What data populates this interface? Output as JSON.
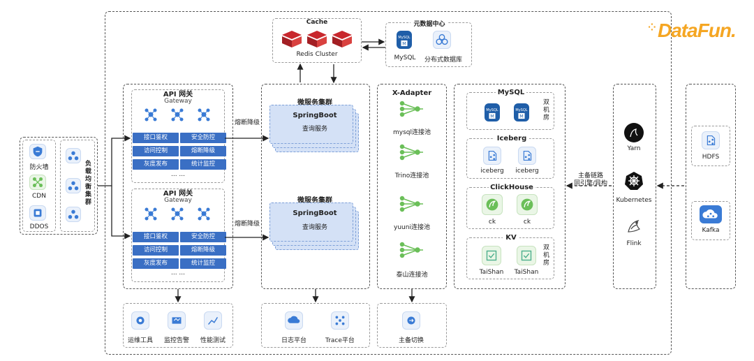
{
  "logo": {
    "text": "DataFun."
  },
  "cache": {
    "title": "Cache",
    "label": "Redis Cluster"
  },
  "metadata": {
    "title": "元数据中心",
    "items": [
      "MySQL",
      "分布式数据库"
    ]
  },
  "edge": {
    "items": [
      "防火墙",
      "CDN",
      "DDOS"
    ],
    "lb_label": "负载均衡集群"
  },
  "gateways": [
    {
      "title": "API 网关",
      "subtitle": "Gateway",
      "pills": [
        "接口鉴权",
        "安全防控",
        "访问控制",
        "熔断降级",
        "灰度发布",
        "统计监控"
      ],
      "more": "... ..."
    },
    {
      "title": "API 网关",
      "subtitle": "Gateway",
      "pills": [
        "接口鉴权",
        "安全防控",
        "访问控制",
        "熔断降级",
        "灰度发布",
        "统计监控"
      ],
      "more": "... ..."
    }
  ],
  "breakers": [
    "熔断降级",
    "熔断降级"
  ],
  "micro": [
    {
      "title": "微服务集群",
      "card_title": "SpringBoot",
      "card_sub": "查询服务"
    },
    {
      "title": "微服务集群",
      "card_title": "SpringBoot",
      "card_sub": "查询服务"
    }
  ],
  "adapter": {
    "title": "X-Adapter",
    "pools": [
      "mysql连接池",
      "Trino连接池",
      "yuuni连接池",
      "泰山连接池"
    ]
  },
  "storage": {
    "mysql": {
      "title": "MySQL",
      "side": "双机房"
    },
    "iceberg": {
      "title": "Iceberg",
      "items": [
        "iceberg",
        "iceberg"
      ]
    },
    "clickhouse": {
      "title": "ClickHouse",
      "items": [
        "ck",
        "ck"
      ]
    },
    "kv": {
      "title": "KV",
      "items": [
        "TaiShan",
        "TaiShan"
      ],
      "side": "双机房"
    }
  },
  "sync_label": [
    "主备链路",
    "同引擎/异构"
  ],
  "infra": [
    "Yarn",
    "Kubernetes",
    "Flink"
  ],
  "sources": [
    "HDFS",
    "Kafka"
  ],
  "bottom": {
    "ops": [
      "运维工具",
      "监控告警",
      "性能测试"
    ],
    "platform": [
      "日志平台",
      "Trace平台"
    ],
    "switch": [
      "主备切换"
    ]
  }
}
